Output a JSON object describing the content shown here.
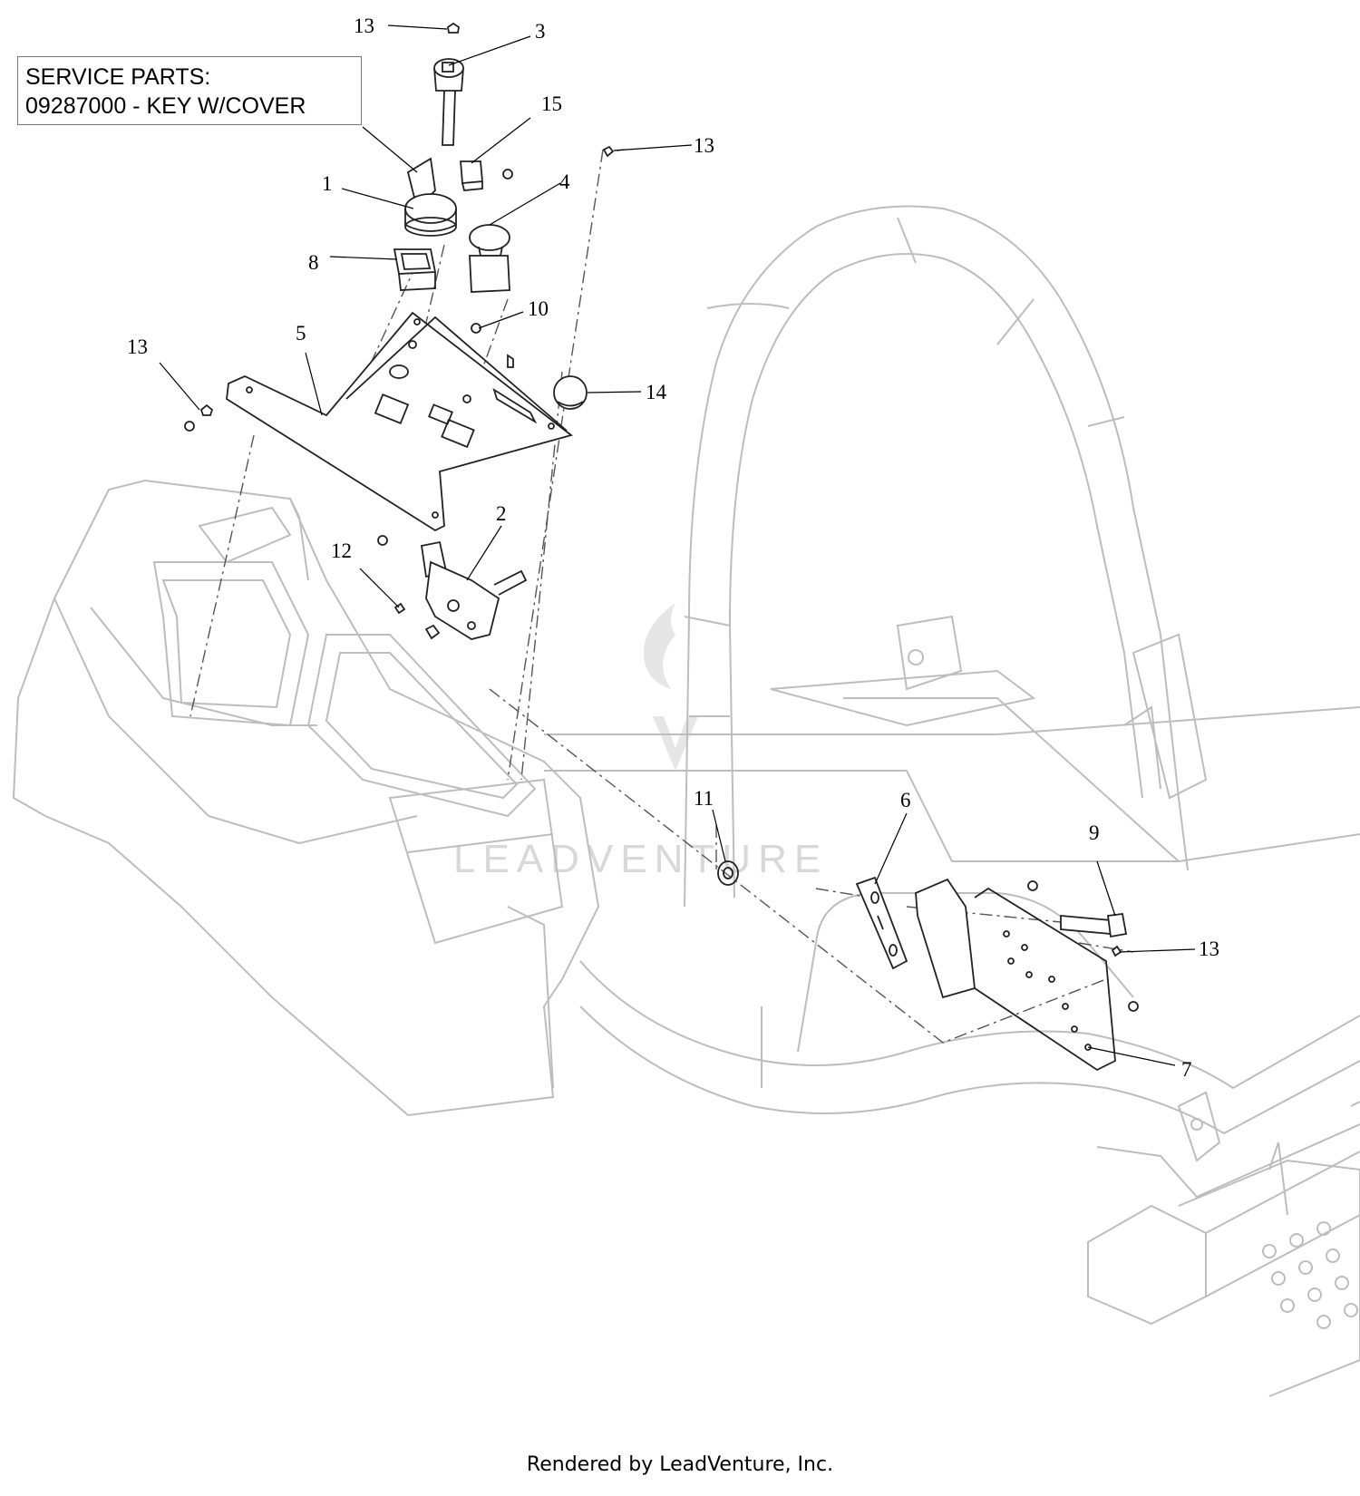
{
  "service_parts": {
    "line1": "SERVICE PARTS:",
    "line2": "09287000 - KEY W/COVER"
  },
  "footer": "Rendered by LeadVenture, Inc.",
  "watermark": "LEADVENTURE",
  "callouts": [
    {
      "id": "c13a",
      "label": "13"
    },
    {
      "id": "c3",
      "label": "3"
    },
    {
      "id": "c15",
      "label": "15"
    },
    {
      "id": "c13b",
      "label": "13"
    },
    {
      "id": "c1",
      "label": "1"
    },
    {
      "id": "c4",
      "label": "4"
    },
    {
      "id": "c8",
      "label": "8"
    },
    {
      "id": "c10",
      "label": "10"
    },
    {
      "id": "c13c",
      "label": "13"
    },
    {
      "id": "c5",
      "label": "5"
    },
    {
      "id": "c14",
      "label": "14"
    },
    {
      "id": "c2",
      "label": "2"
    },
    {
      "id": "c12",
      "label": "12"
    },
    {
      "id": "c11",
      "label": "11"
    },
    {
      "id": "c6",
      "label": "6"
    },
    {
      "id": "c9",
      "label": "9"
    },
    {
      "id": "c13d",
      "label": "13"
    },
    {
      "id": "c7",
      "label": "7"
    }
  ]
}
